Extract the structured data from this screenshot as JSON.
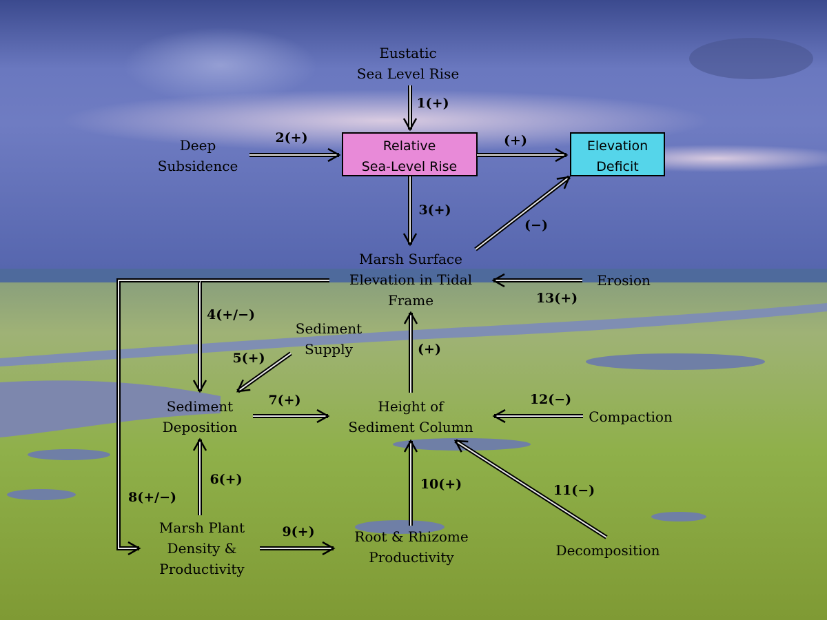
{
  "nodes": {
    "eustatic": {
      "lines": [
        "Eustatic",
        "Sea Level Rise"
      ]
    },
    "deep_sub": {
      "lines": [
        "Deep",
        "Subsidence"
      ]
    },
    "rslr": {
      "lines": [
        "Relative",
        "Sea-Level Rise"
      ],
      "fill": "#e88ad8"
    },
    "elev_deficit": {
      "lines": [
        "Elevation",
        "Deficit"
      ],
      "fill": "#55d5ea"
    },
    "marsh_surface": {
      "lines": [
        "Marsh Surface",
        "Elevation in Tidal",
        "Frame"
      ]
    },
    "erosion": {
      "lines": [
        "Erosion"
      ]
    },
    "sed_supply": {
      "lines": [
        "Sediment",
        "Supply"
      ]
    },
    "sed_deposition": {
      "lines": [
        "Sediment",
        "Deposition"
      ]
    },
    "height_col": {
      "lines": [
        "Height of",
        "Sediment Column"
      ]
    },
    "compaction": {
      "lines": [
        "Compaction"
      ]
    },
    "plant_density": {
      "lines": [
        "Marsh Plant",
        "Density &",
        "Productivity"
      ]
    },
    "root_rhizome": {
      "lines": [
        "Root & Rhizome",
        "Productivity"
      ]
    },
    "decomposition": {
      "lines": [
        "Decomposition"
      ]
    }
  },
  "edges": {
    "e1": "1(+)",
    "e2": "2(+)",
    "e3": "3(+)",
    "e4": "4(+/−)",
    "e5": "5(+)",
    "e6": "6(+)",
    "e7": "7(+)",
    "e8": "8(+/−)",
    "e9": "9(+)",
    "e10": "10(+)",
    "e11": "11(−)",
    "e12": "12(−)",
    "e13": "13(+)",
    "rslr_to_deficit": "(+)",
    "surface_to_deficit": "(−)",
    "height_to_surface": "(+)"
  }
}
